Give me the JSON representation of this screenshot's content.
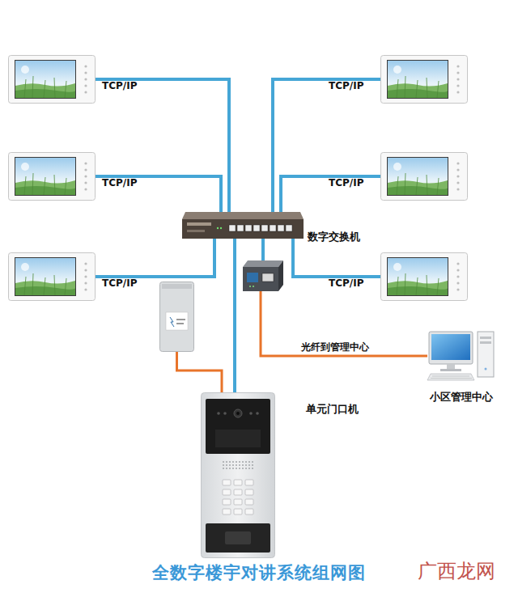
{
  "diagram": {
    "title": "全数字楼宇对讲系统组网图",
    "nodes": [
      {
        "text": []
      },
      {
        "text": []
      },
      {
        "text": []
      },
      {
        "text": []
      },
      {
        "text": [
          "数字交换机"
        ]
      },
      {
        "text": []
      },
      {
        "text": []
      },
      {
        "text": []
      },
      {
        "text": []
      },
      {
        "text": [
          "小区管理中心"
        ]
      },
      {
        "text": [
          "单元门口机"
        ]
      }
    ],
    "edges": [
      {
        "from": 0,
        "to": 4,
        "label": "TCP/IP",
        "arrow": "none"
      },
      {
        "from": 1,
        "to": 4,
        "label": "TCP/IP",
        "arrow": "none"
      },
      {
        "from": 2,
        "to": 4,
        "label": "TCP/IP",
        "arrow": "none"
      },
      {
        "from": 3,
        "to": 4,
        "label": "TCP/IP",
        "arrow": "none"
      },
      {
        "from": 5,
        "to": 4,
        "label": "TCP/IP",
        "arrow": "none"
      },
      {
        "from": 6,
        "to": 4,
        "label": "TCP/IP",
        "arrow": "none"
      },
      {
        "from": 4,
        "to": 7,
        "arrow": "none"
      },
      {
        "from": 7,
        "to": 9,
        "label": "光纤到管理中心",
        "arrow": "none"
      },
      {
        "from": 8,
        "to": 10,
        "arrow": "none"
      },
      {
        "from": 4,
        "to": 10,
        "arrow": "none"
      }
    ],
    "labels": [
      "广西龙网"
    ]
  }
}
